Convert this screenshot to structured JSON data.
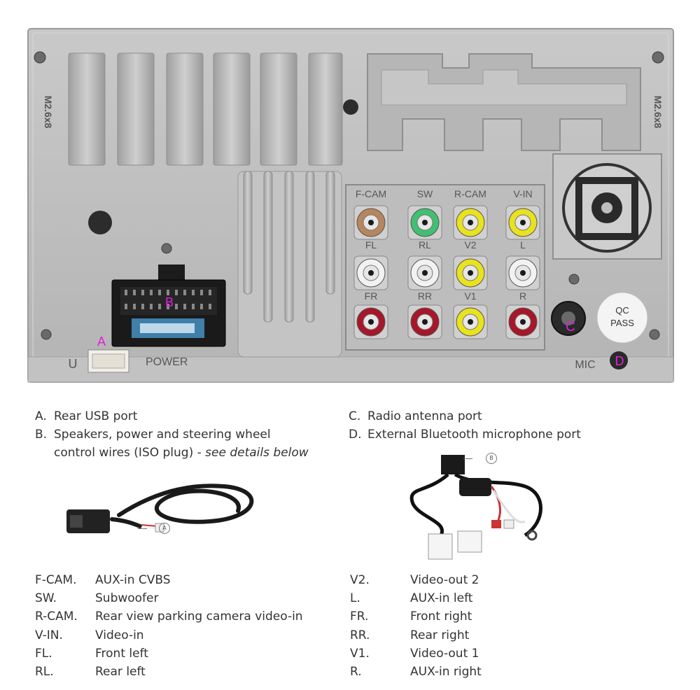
{
  "panel": {
    "side_label_left": "M2.6x8",
    "side_label_right": "M2.6x8",
    "usb_label": "U",
    "power_label": "POWER",
    "mic_label": "MIC",
    "qc_line1": "QC",
    "qc_line2": "PASS",
    "markers": {
      "a": "A",
      "b": "B",
      "c": "C",
      "d": "D"
    },
    "rca_rows": [
      [
        "F-CAM",
        "SW",
        "R-CAM",
        "V-IN"
      ],
      [
        "FL",
        "RL",
        "V2",
        "L"
      ],
      [
        "FR",
        "RR",
        "V1",
        "R"
      ]
    ],
    "marker_color": "#e020e0"
  },
  "legend_left": [
    {
      "key": "A.",
      "text": "Rear USB port"
    },
    {
      "key": "B.",
      "text": "Speakers, power and steering wheel",
      "line2": "control wires (ISO plug) - ",
      "line2_italic": "see details below"
    }
  ],
  "legend_right": [
    {
      "key": "C.",
      "text": "Radio antenna port"
    },
    {
      "key": "D.",
      "text": "External Bluetooth microphone port"
    }
  ],
  "photo_markers": {
    "usb": "A",
    "iso": "B"
  },
  "table_left": [
    {
      "abbr": "F-CAM.",
      "desc": "AUX-in CVBS"
    },
    {
      "abbr": "SW.",
      "desc": "Subwoofer"
    },
    {
      "abbr": "R-CAM.",
      "desc": "Rear view parking camera video-in"
    },
    {
      "abbr": "V-IN.",
      "desc": "Video-in"
    },
    {
      "abbr": "FL.",
      "desc": "Front left"
    },
    {
      "abbr": "RL.",
      "desc": "Rear left"
    }
  ],
  "table_right": [
    {
      "abbr": "V2.",
      "desc": "Video-out 2"
    },
    {
      "abbr": "L.",
      "desc": "AUX-in left"
    },
    {
      "abbr": "FR.",
      "desc": "Front right"
    },
    {
      "abbr": "RR.",
      "desc": "Rear right"
    },
    {
      "abbr": "V1.",
      "desc": "Video-out 1"
    },
    {
      "abbr": "R.",
      "desc": "AUX-in right"
    }
  ]
}
